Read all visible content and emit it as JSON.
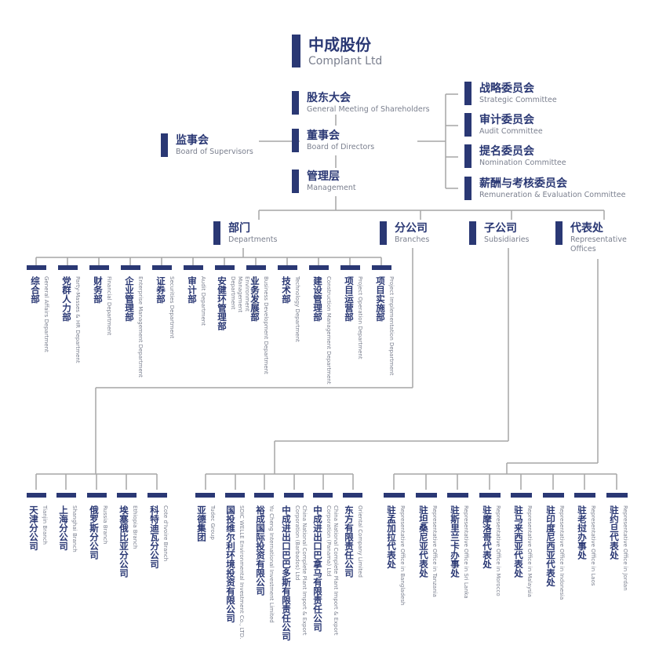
{
  "company": {
    "cn": "中成股份",
    "en": "Complant Ltd"
  },
  "governance": [
    {
      "cn": "股东大会",
      "en": "General Meeting of Shareholders"
    },
    {
      "cn": "董事会",
      "en": "Board of Directors"
    },
    {
      "cn": "管理层",
      "en": "Management"
    }
  ],
  "supervisors": {
    "cn": "监事会",
    "en": "Board of Supervisors"
  },
  "committees": [
    {
      "cn": "战略委员会",
      "en": "Strategic Committee"
    },
    {
      "cn": "审计委员会",
      "en": "Audit Committee"
    },
    {
      "cn": "提名委员会",
      "en": "Nomination Committee"
    },
    {
      "cn": "薪酬与考核委员会",
      "en": "Remuneration & Evaluation Committee"
    }
  ],
  "categories": [
    {
      "cn": "部门",
      "en": "Departments"
    },
    {
      "cn": "分公司",
      "en": "Branches"
    },
    {
      "cn": "子公司",
      "en": "Subsidiaries"
    },
    {
      "cn": "代表处",
      "en": "Representative Offices"
    }
  ],
  "departments": [
    {
      "cn": "综合部",
      "en": "General Affairs Department"
    },
    {
      "cn": "党群人力部",
      "en": "Party-Masses & HR Department"
    },
    {
      "cn": "财务部",
      "en": "Financial Department"
    },
    {
      "cn": "企业管理部",
      "en": "Enterprise Management Department"
    },
    {
      "cn": "证券部",
      "en": "Securities Department"
    },
    {
      "cn": "审计部",
      "en": "Audit Department"
    },
    {
      "cn": "安健环管理部",
      "en": "Safety, Health & Environment Management Department"
    },
    {
      "cn": "业务发展部",
      "en": "Business Development Department"
    },
    {
      "cn": "技术部",
      "en": "Technology Department"
    },
    {
      "cn": "建设管理部",
      "en": "Construction Management Department"
    },
    {
      "cn": "项目运营部",
      "en": "Project Operation Department"
    },
    {
      "cn": "项目实施部",
      "en": "Project Implementation Department"
    }
  ],
  "branches": [
    {
      "cn": "天津分公司",
      "en": "Tianjin Branch"
    },
    {
      "cn": "上海分公司",
      "en": "Shanghai Branch"
    },
    {
      "cn": "俄罗斯分公司",
      "en": "Russia Branch"
    },
    {
      "cn": "埃塞俄比亚分公司",
      "en": "Ethiopia Branch"
    },
    {
      "cn": "科特迪瓦分公司",
      "en": "Cote d'Ivoire Branch"
    }
  ],
  "subsidiaries": [
    {
      "cn": "亚德集团",
      "en": "Tudec Group"
    },
    {
      "cn": "国投维尔利环境投资有限公司",
      "en": "SDIC WELLE Environmental Investment Co., LTD."
    },
    {
      "cn": "裕成国际投资有限公司",
      "en": "Yu Cheng International Investment Limited"
    },
    {
      "cn": "中成进出口巴巴多斯有限责任公司",
      "en": "China National Complete Plant Import & Export Corporation (Barbados) Ltd"
    },
    {
      "cn": "中成进出口巴拿马有限责任公司",
      "en": "China National Complete Plant Import & Export Corporation (Panama) Ltd"
    },
    {
      "cn": "东方有限责任公司",
      "en": "Oriental Company Limited"
    }
  ],
  "offices": [
    {
      "cn": "驻孟加拉代表处",
      "en": "Representative Office in Bangladesh"
    },
    {
      "cn": "驻坦桑尼亚代表处",
      "en": "Representative Office in Tanzania"
    },
    {
      "cn": "驻斯里兰卡办事处",
      "en": "Representative Office in Sri Lanka"
    },
    {
      "cn": "驻摩洛哥代表处",
      "en": "Representative Office in Morocco"
    },
    {
      "cn": "驻马来西亚代表处",
      "en": "Representative Office in Malaysia"
    },
    {
      "cn": "驻印度尼西亚代表处",
      "en": "Representative Office in Indonesia"
    },
    {
      "cn": "驻老挝办事处",
      "en": "Representative Office in Laos"
    },
    {
      "cn": "驻约旦代表处",
      "en": "Representative Office in Jordan"
    }
  ],
  "colors": {
    "primary": "#2a3874",
    "line": "#a6a6a6",
    "secondary": "#7a7f8e"
  }
}
